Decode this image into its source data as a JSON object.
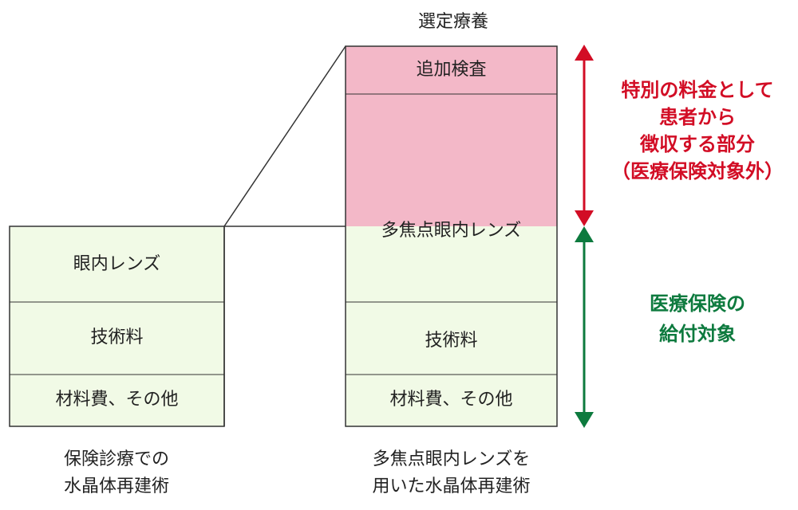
{
  "diagram": {
    "top_title": "選定療養",
    "left_column": {
      "cells": [
        "眼内レンズ",
        "技術料",
        "材料費、その他"
      ],
      "caption": "保険診療での\n水晶体再建術"
    },
    "right_column": {
      "top_cell": "追加検査",
      "lens_cell": "多焦点眼内レンズ",
      "cells": [
        "技術料",
        "材料費、その他"
      ],
      "caption": "多焦点眼内レンズを\n用いた水晶体再建術"
    },
    "annotations": {
      "out_of_insurance": "特別の料金として\n患者から\n徴収する部分\n（医療保険対象外）",
      "insurance_covered": "医療保険の\n給付対象"
    },
    "colors": {
      "pink": "#f3b8c8",
      "light_green": "#f1fae6",
      "red": "#d20d25",
      "green": "#0d7a3e",
      "border": "#333333"
    }
  }
}
